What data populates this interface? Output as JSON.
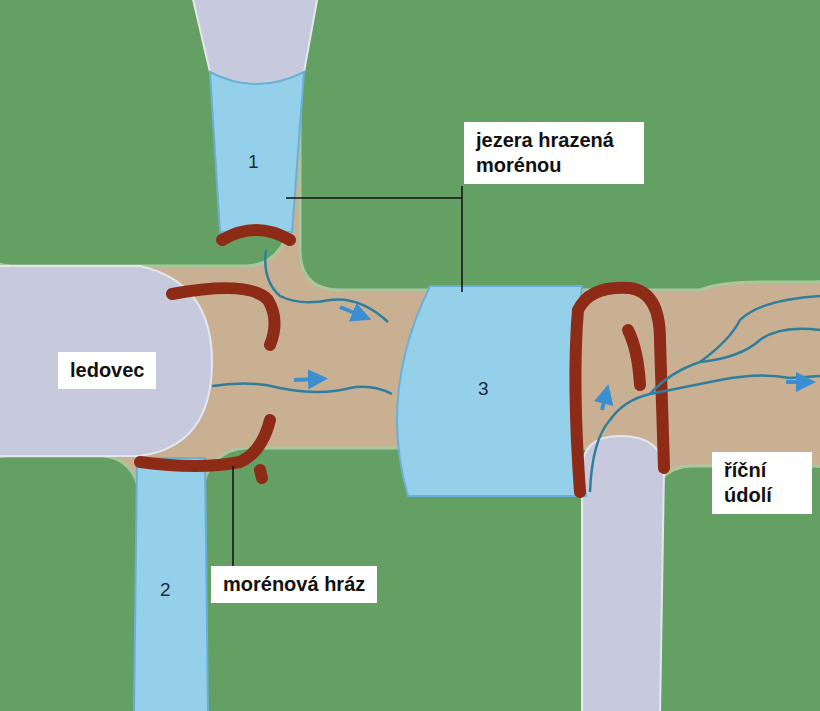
{
  "diagram": {
    "labels": [
      "1",
      "jezera hrazená morénou",
      "ledovec",
      "3",
      "říční údolí",
      "morénová hráz",
      "2"
    ]
  }
}
